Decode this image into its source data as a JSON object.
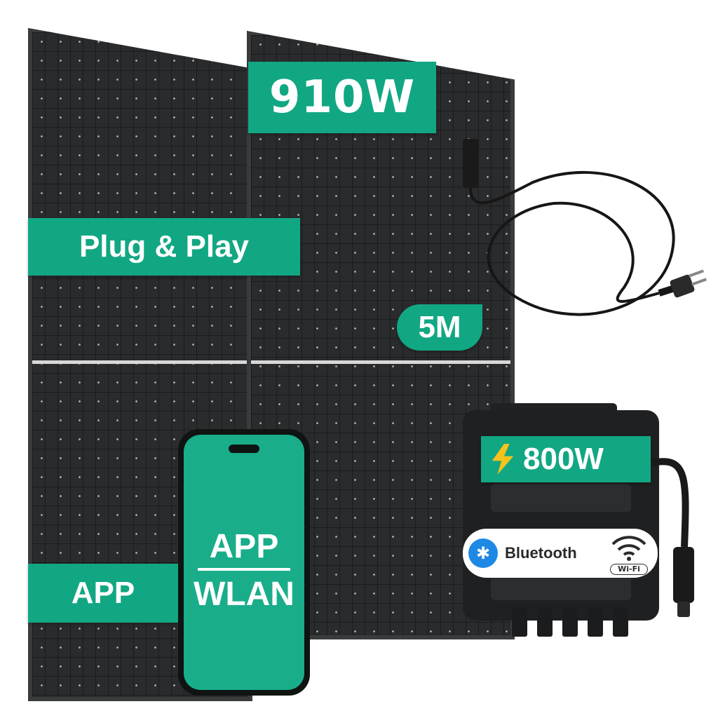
{
  "badges": {
    "power": "910W",
    "plug_play": "Plug & Play",
    "cable_length": "5M",
    "app": "APP",
    "inverter_power": "800W"
  },
  "phone": {
    "line1": "APP",
    "line2": "WLAN"
  },
  "inverter": {
    "bluetooth_label": "Bluetooth",
    "wifi_label": "Wi-Fi"
  },
  "icons": [
    "bluetooth-icon",
    "wifi-icon",
    "lightning-icon",
    "plug-icon"
  ],
  "colors": {
    "badge_green": "#12a783",
    "panel_dark": "#2a2b2d",
    "bluetooth_blue": "#1e88e5",
    "lightning_yellow": "#f7c21c"
  }
}
